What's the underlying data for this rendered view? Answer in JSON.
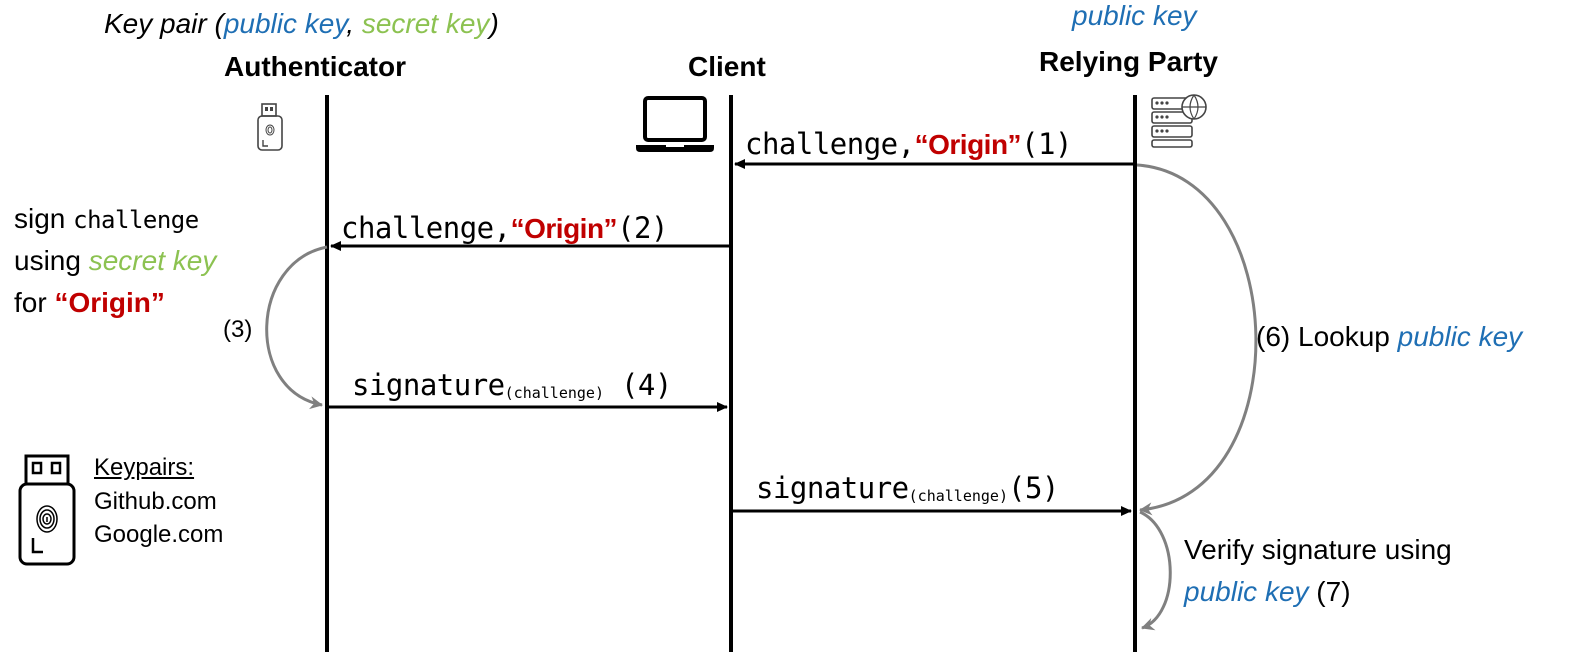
{
  "top": {
    "keypair_prefix": "Key pair (",
    "keypair_public": "public key",
    "keypair_comma": ", ",
    "keypair_secret": "secret key",
    "keypair_suffix": ")",
    "rp_public_key": "public key"
  },
  "actors": {
    "authenticator": "Authenticator",
    "client": "Client",
    "relying_party": "Relying Party"
  },
  "messages": {
    "m1_text": "challenge,",
    "m1_origin": "“Origin”",
    "m1_num": "(1)",
    "m2_text": "challenge,",
    "m2_origin": "“Origin”",
    "m2_num": "(2)",
    "m3_num": "(3)",
    "m4_text": "signature",
    "m4_sub": "(challenge)",
    "m4_num": " (4)",
    "m5_text": "signature",
    "m5_sub": "(challenge)",
    "m5_num": "(5)"
  },
  "left_note": {
    "line1_a": "sign ",
    "line1_b": "challenge",
    "line2_a": "using ",
    "line2_b": "secret key",
    "line3_a": "for ",
    "line3_b": "“Origin”"
  },
  "right_notes": {
    "step6_a": "(6) Lookup ",
    "step6_b": "public key",
    "step7_line1": "Verify signature using",
    "step7_b": "public key",
    "step7_c": " (7)"
  },
  "keypairs": {
    "title": "Keypairs:",
    "items": [
      "Github.com",
      "Google.com"
    ]
  },
  "colors": {
    "public_key": "#1f6fb4",
    "secret_key": "#8cc251",
    "origin": "#c00000",
    "self_arrow": "#808080"
  }
}
